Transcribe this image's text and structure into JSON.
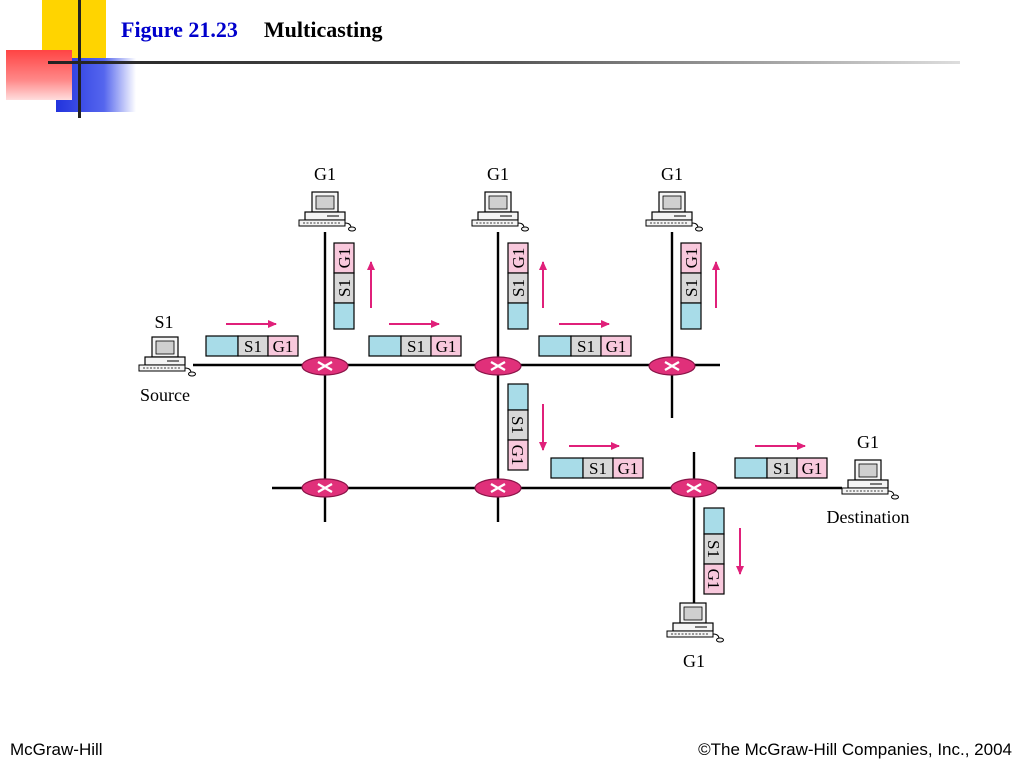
{
  "slide": {
    "figure_number": "Figure 21.23",
    "title": "Multicasting",
    "footer_left": "McGraw-Hill",
    "footer_right": "©The McGraw-Hill Companies, Inc., 2004"
  },
  "diagram": {
    "source_group_label": "S1",
    "source_caption": "Source",
    "member_label": "G1",
    "destination_caption": "Destination",
    "packet_src": "S1",
    "packet_dst": "G1",
    "colors": {
      "packet_body": "#a8dce8",
      "packet_src_cell": "#d8d8d8",
      "packet_dst_cell": "#f8c8dc",
      "router": "#e0307a",
      "arrow": "#e0207a",
      "line": "#000000"
    }
  }
}
